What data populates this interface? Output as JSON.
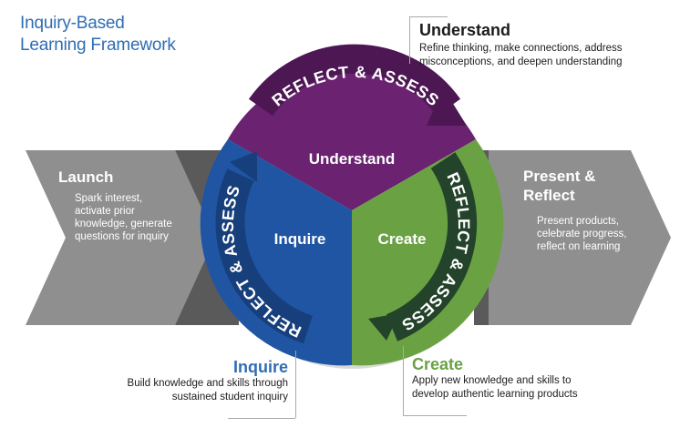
{
  "title": {
    "line1": "Inquiry-Based",
    "line2": "Learning Framework"
  },
  "colors": {
    "understand": "#6a2271",
    "understand_dark": "#4d1753",
    "inquire": "#1f55a3",
    "inquire_dark": "#173f7c",
    "create": "#6aa243",
    "create_dark": "#24432b",
    "side_arrow": "#8f8f8f",
    "side_arrow_dark": "#5a5a5a",
    "understand_heading": "#1c1c1c",
    "inquire_heading": "#2f6db3",
    "create_heading": "#6aa243"
  },
  "cycle": {
    "segments": [
      {
        "label": "Understand"
      },
      {
        "label": "Inquire"
      },
      {
        "label": "Create"
      }
    ],
    "reflect_label": "REFLECT & ASSESS"
  },
  "launch": {
    "title": "Launch",
    "desc": [
      "Spark interest,",
      "activate prior",
      "knowledge, generate",
      "questions for inquiry"
    ]
  },
  "present": {
    "title": [
      "Present &",
      "Reflect"
    ],
    "desc": [
      "Present products,",
      "celebrate progress,",
      "reflect on learning"
    ]
  },
  "understand_box": {
    "title": "Understand",
    "desc": [
      "Refine thinking, make connections, address",
      "misconceptions, and deepen understanding"
    ]
  },
  "inquire_box": {
    "title": "Inquire",
    "desc": [
      "Build knowledge and skills through",
      "sustained student inquiry"
    ]
  },
  "create_box": {
    "title": "Create",
    "desc": [
      "Apply new knowledge and skills to",
      "develop authentic learning products"
    ]
  }
}
